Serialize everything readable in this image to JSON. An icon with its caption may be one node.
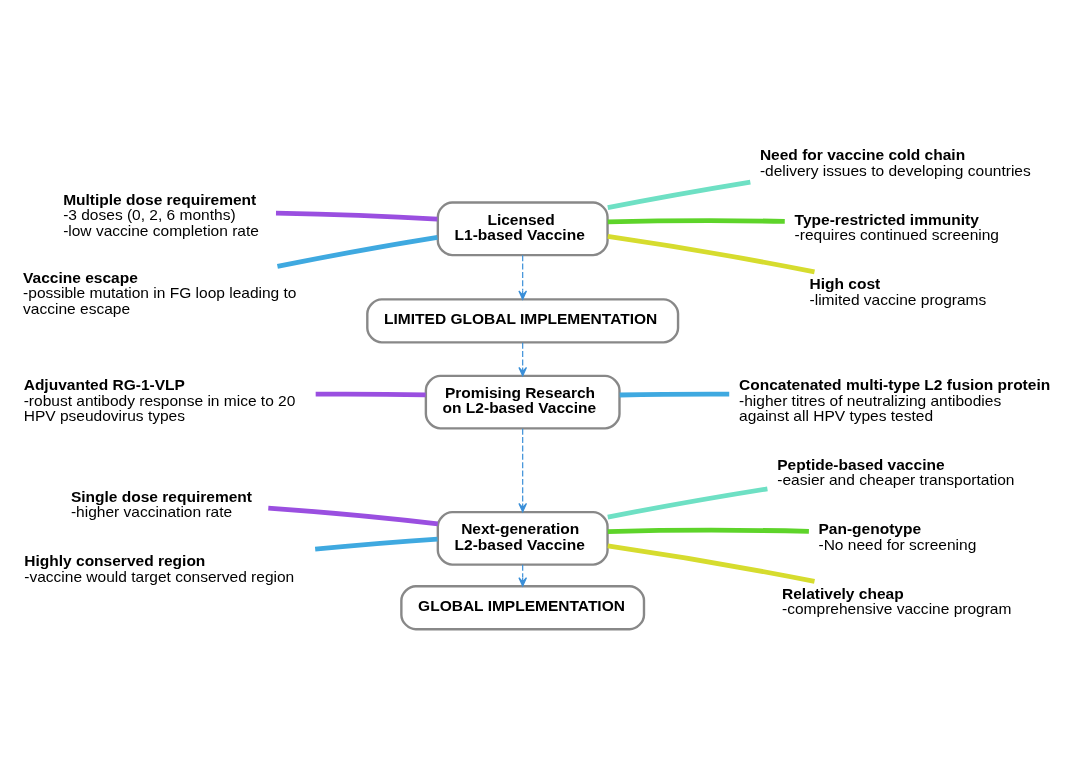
{
  "diagram": {
    "nodes": [
      {
        "text": [
          "Multiple dose requirement",
          "-3 doses (0, 2, 6 months)",
          "-low vaccine completion rate"
        ]
      },
      {
        "text": [
          "Need for vaccine cold chain",
          "-delivery issues to developing countries"
        ]
      },
      {
        "text": [
          "Licensed L1-based Vaccine"
        ]
      },
      {
        "text": [
          "Type-restricted immunity",
          "-requires continued screening"
        ]
      },
      {
        "text": [
          "Vaccine escape",
          "-possible mutation in FG loop leading to vaccine escape"
        ]
      },
      {
        "text": [
          "High cost",
          "-limited vaccine programs"
        ]
      },
      {
        "text": [
          "LIMITED GLOBAL IMPLEMENTATION"
        ]
      },
      {
        "text": [
          "Adjuvanted RG-1-VLP",
          "-robust antibody response in mice to 20 HPV pseudovirus types"
        ]
      },
      {
        "text": [
          "Promising Research on L2-based Vaccine"
        ]
      },
      {
        "text": [
          "Concatenated multi-type L2 fusion protein",
          "-higher titres of neutralizing antibodies against all HPV types tested"
        ]
      },
      {
        "text": [
          "Peptide-based vaccine",
          "-easier and cheaper transportation"
        ]
      },
      {
        "text": [
          "Single dose requirement",
          "-higher vaccination rate"
        ]
      },
      {
        "text": [
          "Next-generation L2-based Vaccine"
        ]
      },
      {
        "text": [
          "Pan-genotype",
          "-No need for screening"
        ]
      },
      {
        "text": [
          "Highly conserved region",
          "-vaccine would target conserved region"
        ]
      },
      {
        "text": [
          "Relatively cheap",
          "-comprehensive vaccine program"
        ]
      },
      {
        "text": [
          "GLOBAL IMPLEMENTATION"
        ]
      }
    ],
    "edges": [
      {
        "from": 2,
        "to": 0,
        "arrow": "none",
        "color": "#9a4fe0"
      },
      {
        "from": 2,
        "to": 1,
        "arrow": "none",
        "color": "#6ee0c4"
      },
      {
        "from": 2,
        "to": 3,
        "arrow": "none",
        "color": "#5ed42a"
      },
      {
        "from": 2,
        "to": 4,
        "arrow": "none",
        "color": "#3fa9e0"
      },
      {
        "from": 2,
        "to": 5,
        "arrow": "none",
        "color": "#d6dc2e"
      },
      {
        "from": 2,
        "to": 6,
        "arrow": "to",
        "style": "dashed",
        "color": "#3a8fd8"
      },
      {
        "from": 6,
        "to": 8,
        "arrow": "to",
        "style": "dashed",
        "color": "#3a8fd8"
      },
      {
        "from": 8,
        "to": 7,
        "arrow": "none",
        "color": "#9a4fe0"
      },
      {
        "from": 8,
        "to": 9,
        "arrow": "none",
        "color": "#3fa9e0"
      },
      {
        "from": 8,
        "to": 12,
        "arrow": "to",
        "style": "dashed",
        "color": "#3a8fd8"
      },
      {
        "from": 12,
        "to": 10,
        "arrow": "none",
        "color": "#6ee0c4"
      },
      {
        "from": 12,
        "to": 11,
        "arrow": "none",
        "color": "#9a4fe0"
      },
      {
        "from": 12,
        "to": 13,
        "arrow": "none",
        "color": "#5ed42a"
      },
      {
        "from": 12,
        "to": 14,
        "arrow": "none",
        "color": "#3fa9e0"
      },
      {
        "from": 12,
        "to": 15,
        "arrow": "none",
        "color": "#d6dc2e"
      },
      {
        "from": 12,
        "to": 16,
        "arrow": "to",
        "style": "dashed",
        "color": "#3a8fd8"
      }
    ]
  }
}
